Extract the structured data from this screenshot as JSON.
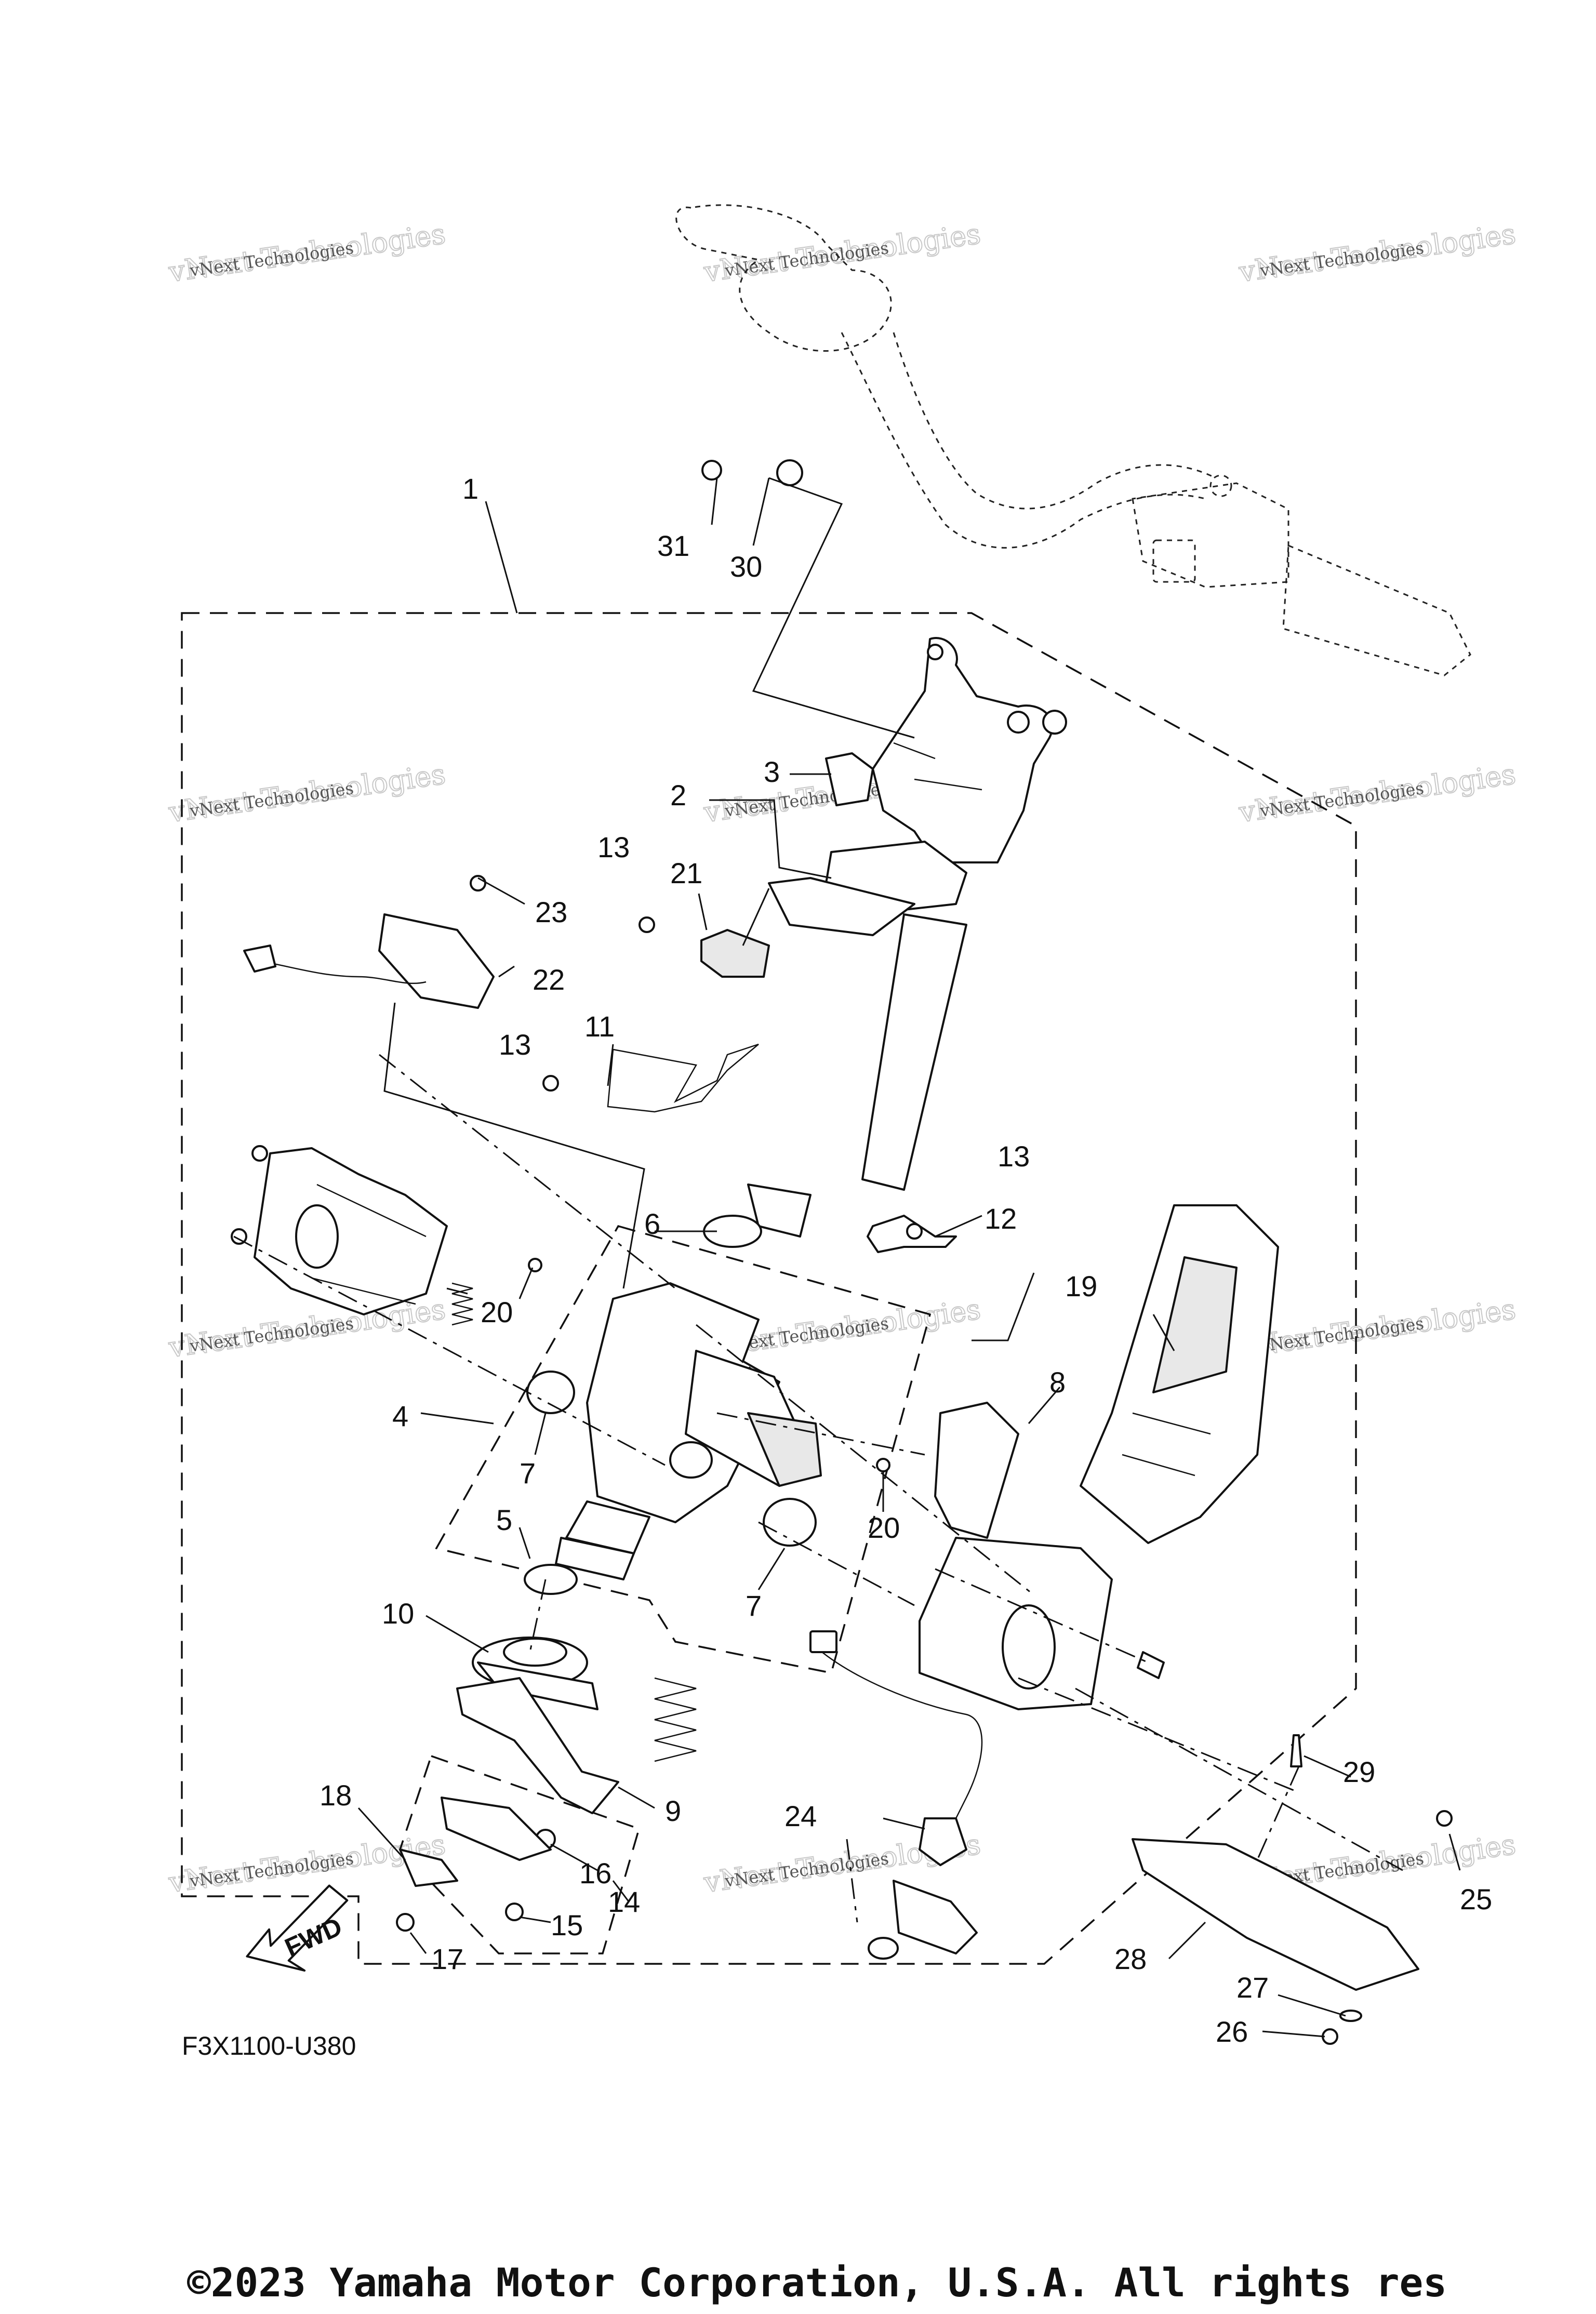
{
  "diagram_code": "F3X1100-U380",
  "fwd_label": "FWD",
  "copyright": "©2023 Yamaha Motor Corporation, U.S.A. All rights res",
  "watermark": {
    "line1": "vNext Technologies",
    "line2": "vNext Technologies"
  },
  "callouts": [
    "1",
    "2",
    "3",
    "4",
    "5",
    "6",
    "7",
    "7",
    "8",
    "9",
    "10",
    "11",
    "12",
    "13",
    "13",
    "13",
    "14",
    "15",
    "16",
    "17",
    "18",
    "19",
    "20",
    "20",
    "21",
    "22",
    "23",
    "24",
    "25",
    "26",
    "27",
    "28",
    "29",
    "30",
    "31"
  ]
}
